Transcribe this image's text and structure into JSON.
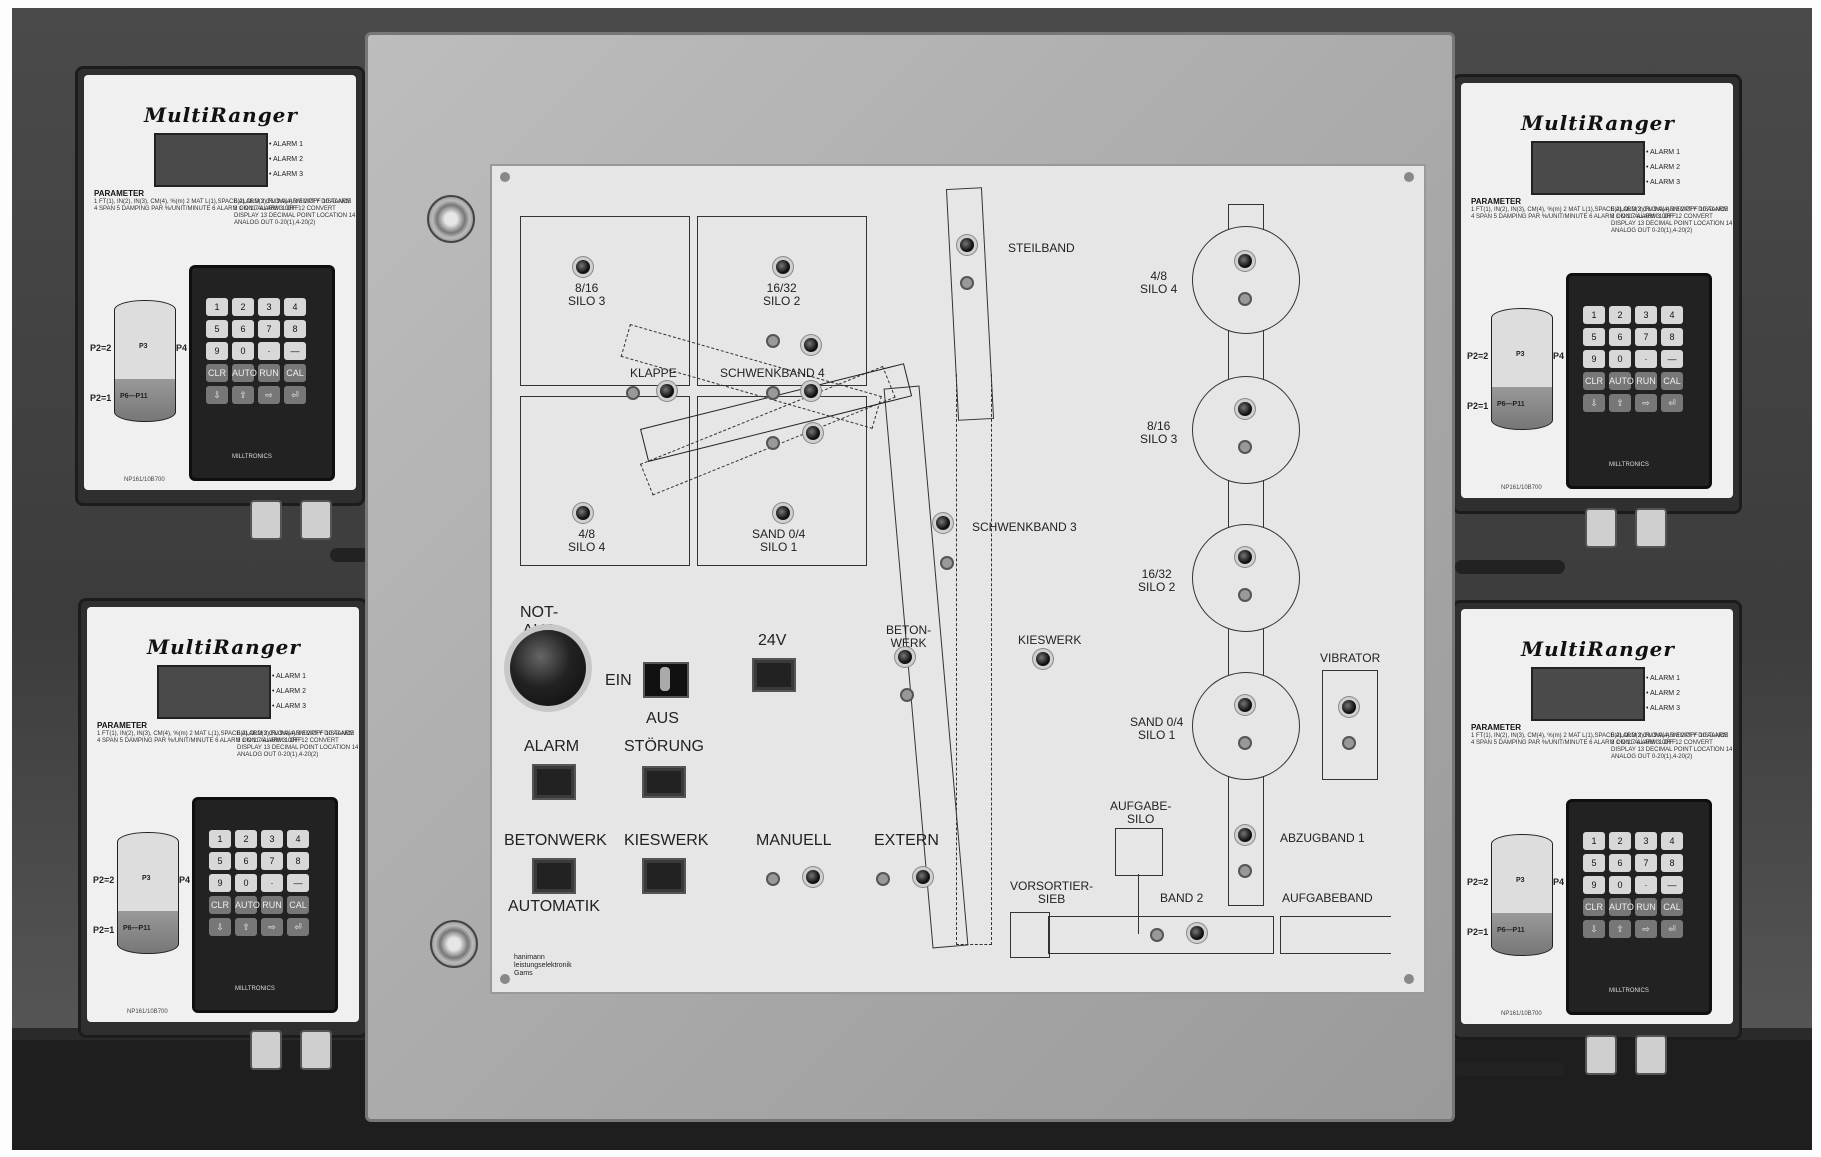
{
  "cabinet_panel": {
    "silos_left": [
      {
        "label": "8/16\nSILO 3"
      },
      {
        "label": "16/32\nSILO 2"
      },
      {
        "label": "4/8\nSILO 4"
      },
      {
        "label": "SAND 0/4\nSILO 1"
      }
    ],
    "klappe": "KLAPPE",
    "schwenkband4": "SCHWENKBAND 4",
    "steilband": "STEILBAND",
    "schwenkband3": "SCHWENKBAND 3",
    "betonwerk_small": "BETON-\nWERK",
    "kieswerk_small": "KIESWERK",
    "silos_right": [
      {
        "label": "4/8\nSILO 4"
      },
      {
        "label": "8/16\nSILO 3"
      },
      {
        "label": "16/32\nSILO 2"
      },
      {
        "label": "SAND 0/4\nSILO 1"
      }
    ],
    "vibrator": "VIBRATOR",
    "abzugband1": "ABZUGBAND 1",
    "aufgabe_silo": "AUFGABE-\nSILO",
    "vorsortier_sieb": "VORSORTIER-\nSIEB",
    "band2": "BAND 2",
    "aufgabeband": "AUFGABEBAND",
    "not_aus": "NOT-\nAUS",
    "ein": "EIN",
    "aus": "AUS",
    "v24": "24V",
    "alarm": "ALARM",
    "stoerung": "STÖRUNG",
    "betonwerk": "BETONWERK",
    "kieswerk": "KIESWERK",
    "automatik": "AUTOMATIK",
    "manuell": "MANUELL",
    "extern": "EXTERN",
    "maker": "hanimann\nleistungselektronik\nGams"
  },
  "multiranger": {
    "logo": "MultiRanger",
    "alarm_labels": [
      "• ALARM 1",
      "• ALARM 2",
      "• ALARM 3"
    ],
    "parameter_title": "PARAMETER",
    "params_left": "1  FT(1), IN(2), IN(3), CM(4), %(m)\n2  MAT L(1),SPACE(2),OLD(3),FLOW(4)\n3  EMPTY DISTANCE\n4  SPAN\n5  DAMPING PAR %/UNIT/MINUTE\n6  ALARM 1 ON\n7  ALARM 1 OFF",
    "params_right": "8   ALARM 2 ON\n9   ALARM 2 OFF\n10  ALARM 3 ON\n11  ALARM 3 OFF\n12  CONVERT DISPLAY\n13  DECIMAL POINT LOCATION\n14  ANALOG OUT 0-20(1),4-20(2)",
    "p_labels": {
      "p2_2": "P2=2",
      "p2_1": "P2=1",
      "p3": "P3",
      "p4": "P4",
      "p6": "P6—P11"
    },
    "keys": [
      "1",
      "2",
      "3",
      "4",
      "5",
      "6",
      "7",
      "8",
      "9",
      "0",
      "·",
      "—",
      "CLR",
      "AUTO",
      "RUN",
      "CAL",
      "⇩",
      "⇧",
      "⇨",
      "⏎"
    ],
    "brand": "MILLTRONICS",
    "tag": "NP161/10B700"
  }
}
